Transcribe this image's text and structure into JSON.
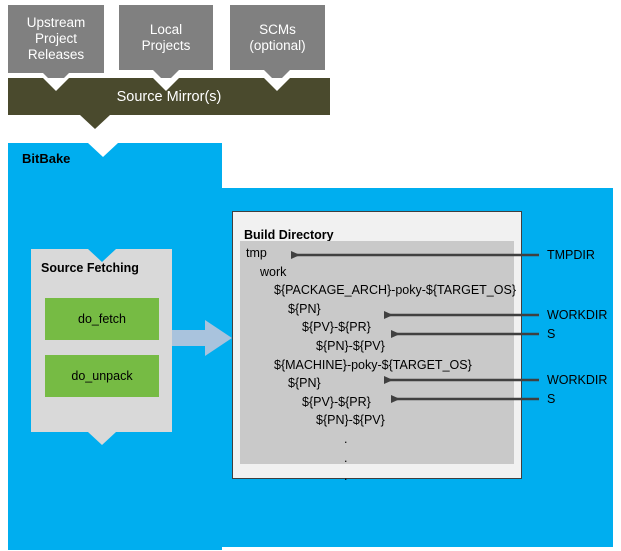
{
  "diagram": {
    "title": "BitBake source fetching and build directory layout",
    "colors": {
      "gray_box": "#808080",
      "mirror_bar": "#4a4a2d",
      "bitbake_blue": "#00aeef",
      "task_green": "#76bb44",
      "panel_gray": "#d9d9d9",
      "tree_gray": "#c9c9c9",
      "arrow_blue_gray": "#a9c3dd",
      "pointer_line": "#404040"
    }
  },
  "sources": {
    "boxes": [
      {
        "id": "upstream",
        "lines": [
          "Upstream",
          "Project",
          "Releases"
        ]
      },
      {
        "id": "local",
        "lines": [
          "Local",
          "Projects"
        ]
      },
      {
        "id": "scms",
        "lines": [
          "SCMs",
          "(optional)"
        ]
      }
    ]
  },
  "mirror": {
    "label": "Source Mirror(s)"
  },
  "bitbake": {
    "label": "BitBake",
    "fetching": {
      "title": "Source Fetching",
      "tasks": [
        {
          "id": "do-fetch",
          "label": "do_fetch"
        },
        {
          "id": "do-unpack",
          "label": "do_unpack"
        }
      ]
    }
  },
  "build_directory": {
    "title": "Build Directory",
    "tree": [
      {
        "indent": 0,
        "text": "tmp"
      },
      {
        "indent": 1,
        "text": "work"
      },
      {
        "indent": 2,
        "text": "${PACKAGE_ARCH}-poky-${TARGET_OS}"
      },
      {
        "indent": 3,
        "text": "${PN}"
      },
      {
        "indent": 4,
        "text": "${PV}-${PR}"
      },
      {
        "indent": 5,
        "text": "${PN}-${PV}"
      },
      {
        "indent": 2,
        "text": "${MACHINE}-poky-${TARGET_OS}"
      },
      {
        "indent": 3,
        "text": "${PN}"
      },
      {
        "indent": 4,
        "text": "${PV}-${PR}"
      },
      {
        "indent": 5,
        "text": "${PN}-${PV}"
      },
      {
        "indent": 7,
        "text": "."
      },
      {
        "indent": 7,
        "text": "."
      },
      {
        "indent": 7,
        "text": "."
      }
    ]
  },
  "pointers": [
    {
      "id": "tmpdir-1",
      "label": "TMPDIR"
    },
    {
      "id": "workdir-1",
      "label": "WORKDIR"
    },
    {
      "id": "s-1",
      "label": "S"
    },
    {
      "id": "workdir-2",
      "label": "WORKDIR"
    },
    {
      "id": "s-2",
      "label": "S"
    }
  ]
}
